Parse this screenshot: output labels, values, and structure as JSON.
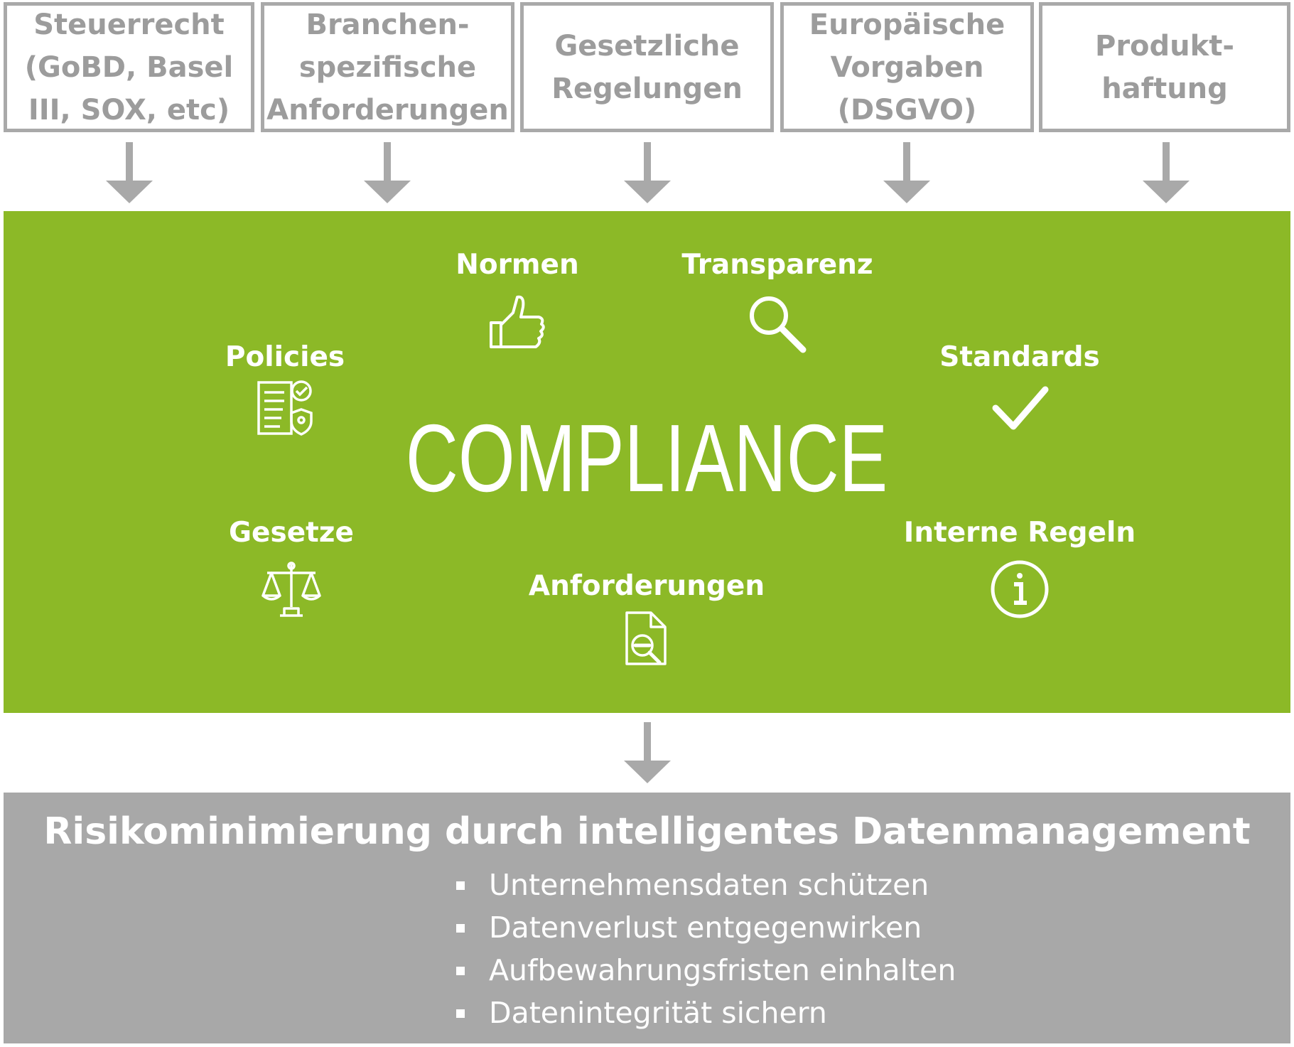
{
  "top_boxes": [
    {
      "text": "Steuerrecht\n(GoBD, Basel\nIII, SOX, etc)"
    },
    {
      "text": "Branchen-\nspezifische\nAnforderungen"
    },
    {
      "text": "Gesetzliche\nRegelungen"
    },
    {
      "text": "Europäische\nVorgaben\n(DSGVO)"
    },
    {
      "text": "Produkt-\nhaftung"
    }
  ],
  "compliance": {
    "title": "COMPLIANCE",
    "items": {
      "normen": {
        "label": "Normen",
        "icon": "thumbs-up-icon"
      },
      "transparenz": {
        "label": "Transparenz",
        "icon": "magnifier-icon"
      },
      "policies": {
        "label": "Policies",
        "icon": "policy-document-icon"
      },
      "standards": {
        "label": "Standards",
        "icon": "checkmark-icon"
      },
      "gesetze": {
        "label": "Gesetze",
        "icon": "scales-icon"
      },
      "interne_regeln": {
        "label": "Interne Regeln",
        "icon": "info-icon"
      },
      "anforderungen": {
        "label": "Anforderungen",
        "icon": "document-search-icon"
      }
    }
  },
  "result": {
    "title": "Risikominimierung durch intelligentes Datenmanagement",
    "bullets": [
      "Unternehmensdaten schützen",
      "Datenverlust entgegenwirken",
      "Aufbewahrungsfristen einhalten",
      "Datenintegrität sichern"
    ]
  },
  "colors": {
    "green": "#8cb927",
    "gray_box": "#a8a8a8",
    "border_gray": "#a9a9a9",
    "text_gray": "#9c9c9c",
    "white": "#ffffff"
  }
}
